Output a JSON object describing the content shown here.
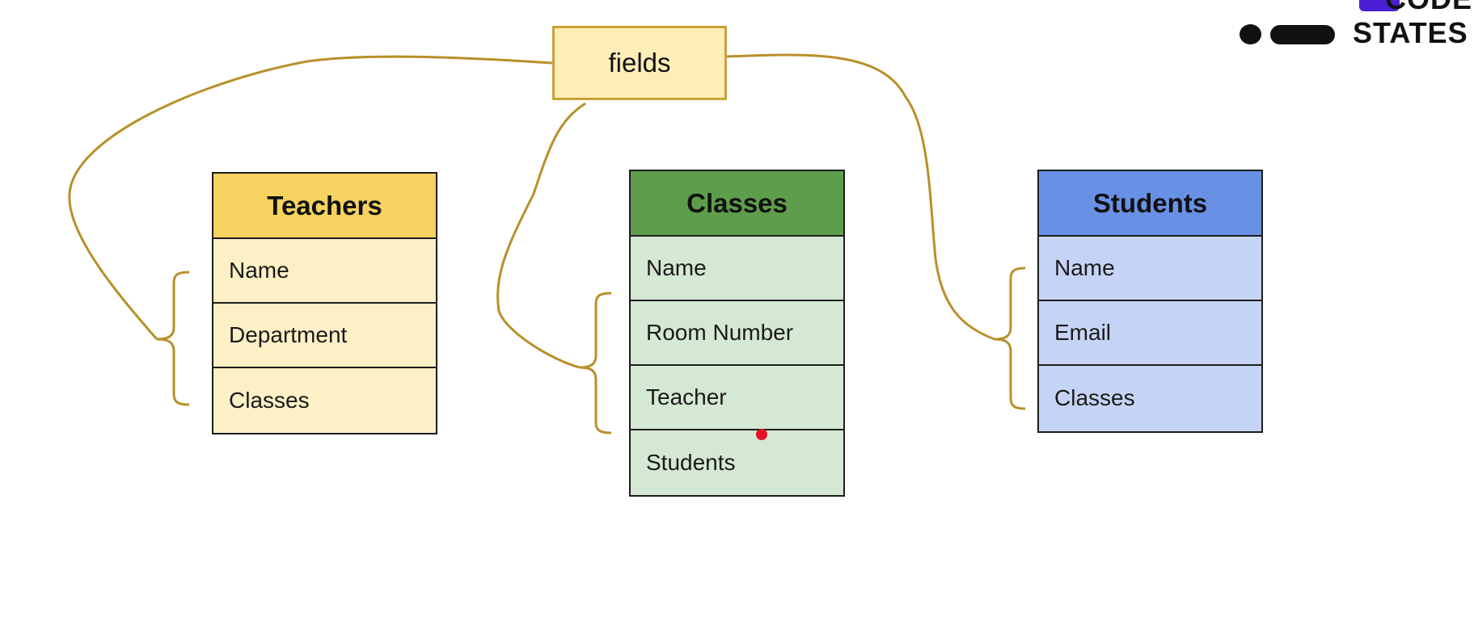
{
  "fields_label": "fields",
  "tables": {
    "teachers": {
      "title": "Teachers",
      "fields": [
        "Name",
        "Department",
        "Classes"
      ],
      "header_color": "#f6d360",
      "body_color": "#fdf0c6"
    },
    "classes": {
      "title": "Classes",
      "fields": [
        "Name",
        "Room Number",
        "Teacher",
        "Students"
      ],
      "header_color": "#5d9d4b",
      "body_color": "#d5e8d3"
    },
    "students": {
      "title": "Students",
      "fields": [
        "Name",
        "Email",
        "Classes"
      ],
      "header_color": "#6891e6",
      "body_color": "#c5d4f6"
    }
  },
  "connector_color": "#b8902a",
  "logo": {
    "line1": "CODE",
    "line2": "STATES",
    "accent_color": "#4b1fd1"
  }
}
